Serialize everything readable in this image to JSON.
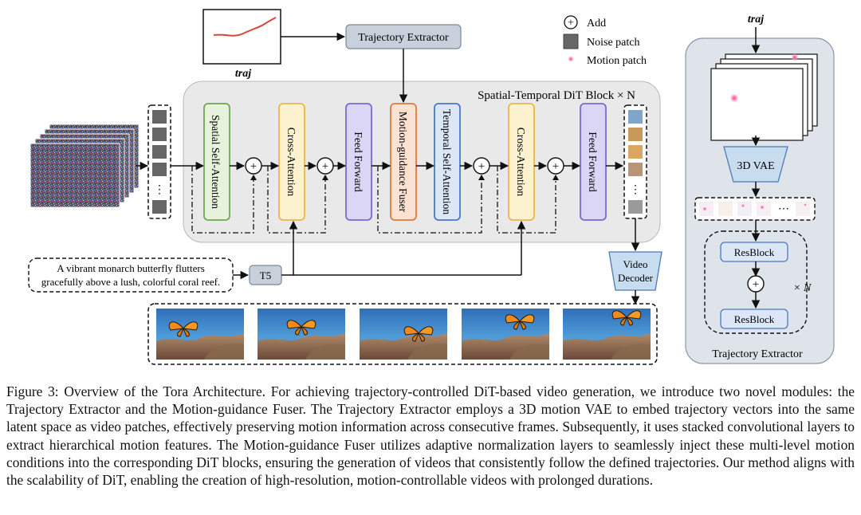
{
  "legend": {
    "add": "Add",
    "noise_patch": "Noise patch",
    "motion_patch": "Motion patch"
  },
  "traj_label": "traj",
  "traj_label_right": "traj",
  "trajectory_extractor_top": "Trajectory Extractor",
  "dit_block_title": "Spatial-Temporal DiT Block × N",
  "blocks": {
    "spatial_self_attention": "Spatial Self-Attention",
    "cross_attention_1": "Cross-Attention",
    "feed_forward_1": "Feed Forward",
    "motion_guidance_fuser": "Motion-guidance Fuser",
    "temporal_self_attention": "Temporal Self-Attention",
    "cross_attention_2": "Cross-Attention",
    "feed_forward_2": "Feed Forward"
  },
  "prompt_line1": "A vibrant monarch butterfly flutters",
  "prompt_line2": "gracefully above a lush, colorful coral reef.",
  "t5": "T5",
  "video_decoder_line1": "Video",
  "video_decoder_line2": "Decoder",
  "ellipsis_vertical": "⋮",
  "ellipsis_horizontal": "⋯",
  "right_panel": {
    "vae": "3D VAE",
    "resblock_1": "ResBlock",
    "resblock_2": "ResBlock",
    "times_n": "× N",
    "title": "Trajectory Extractor"
  },
  "plus": "+",
  "caption": "Figure 3: Overview of the Tora Architecture. For achieving trajectory-controlled DiT-based video generation, we introduce two novel modules: the Trajectory Extractor and the Motion-guidance Fuser. The Trajectory Extractor employs a 3D motion VAE to embed trajectory vectors into the same latent space as video patches, effectively preserving motion information across consecutive frames. Subsequently, it uses stacked convolutional layers to extract hierarchical motion features. The Motion-guidance Fuser utilizes adaptive normalization layers to seamlessly inject these multi-level motion conditions into the corresponding DiT blocks, ensuring the generation of videos that consistently follow the defined trajectories. Our method aligns with the scalability of DiT, enabling the creation of high-resolution, motion-controllable videos with prolonged durations.",
  "colors": {
    "spatial_border": "#6aaa50",
    "spatial_fill": "#e6f2dc",
    "cross_border": "#e8b84a",
    "cross_fill": "#fdf2cf",
    "ff_border": "#7a6ad0",
    "ff_fill": "#dcd6f6",
    "fuser_border": "#e07a3a",
    "fuser_fill": "#fbe2d2",
    "temporal_border": "#4a78c8",
    "temporal_fill": "#dbe6f6",
    "gray_box": "#c8d0dc",
    "panel_fill": "#dfe3ea",
    "dit_fill": "#e9e9e9",
    "traj_curve": "#d9443a"
  }
}
